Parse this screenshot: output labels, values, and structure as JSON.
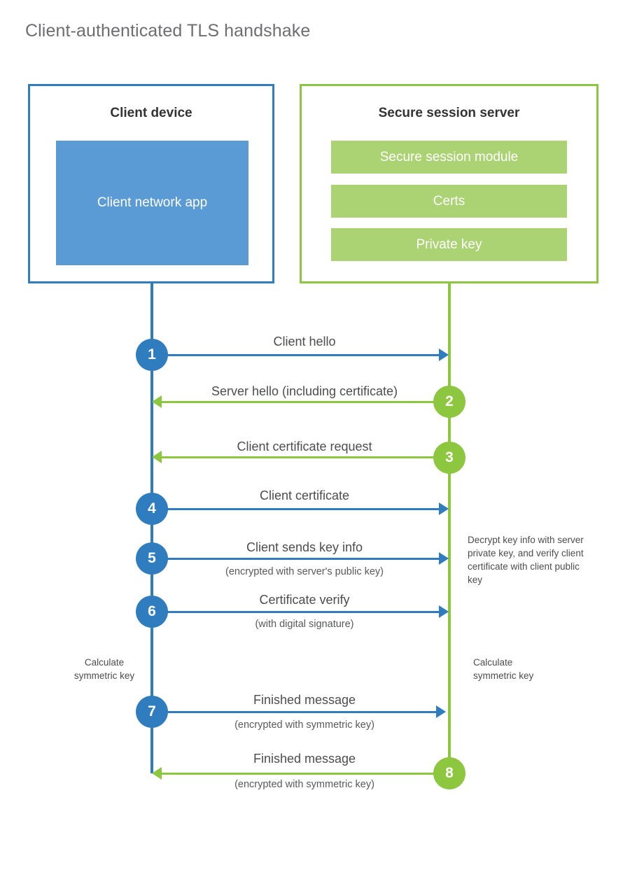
{
  "title": "Client-authenticated TLS handshake",
  "colors": {
    "client": "#2f7dbf",
    "server": "#8dc63f",
    "client_app_fill": "#5b9bd5",
    "server_bar_fill": "#acd373",
    "text": "#4d4d4f"
  },
  "client": {
    "title": "Client device",
    "app_label": "Client network\napp"
  },
  "server": {
    "title": "Secure session server",
    "components": [
      "Secure session module",
      "Certs",
      "Private key"
    ]
  },
  "notes": {
    "decrypt": "Decrypt key info with server private key, and verify client certificate with client public key",
    "calculate_client": "Calculate\nsymmetric key",
    "calculate_server": "Calculate\nsymmetric key"
  },
  "steps": [
    {
      "number": "1",
      "label": "Client hello",
      "sublabel": "",
      "direction": "client-to-server",
      "origin": "client"
    },
    {
      "number": "2",
      "label": "Server hello (including certificate)",
      "sublabel": "",
      "direction": "server-to-client",
      "origin": "server"
    },
    {
      "number": "3",
      "label": "Client certificate request",
      "sublabel": "",
      "direction": "server-to-client",
      "origin": "server"
    },
    {
      "number": "4",
      "label": "Client certificate",
      "sublabel": "",
      "direction": "client-to-server",
      "origin": "client"
    },
    {
      "number": "5",
      "label": "Client sends key info",
      "sublabel": "(encrypted with server's public key)",
      "direction": "client-to-server",
      "origin": "client"
    },
    {
      "number": "6",
      "label": "Certificate verify",
      "sublabel": "(with digital signature)",
      "direction": "client-to-server",
      "origin": "client"
    },
    {
      "number": "7",
      "label": "Finished message",
      "sublabel": "(encrypted with symmetric key)",
      "direction": "client-to-server",
      "origin": "client"
    },
    {
      "number": "8",
      "label": "Finished message",
      "sublabel": "(encrypted with symmetric key)",
      "direction": "server-to-client",
      "origin": "server"
    }
  ],
  "chart_data": {
    "type": "diagram",
    "title": "Client-authenticated TLS handshake",
    "participants": [
      "Client device",
      "Secure session server"
    ],
    "messages": [
      {
        "step": 1,
        "from": "Client device",
        "to": "Secure session server",
        "label": "Client hello"
      },
      {
        "step": 2,
        "from": "Secure session server",
        "to": "Client device",
        "label": "Server hello (including certificate)"
      },
      {
        "step": 3,
        "from": "Secure session server",
        "to": "Client device",
        "label": "Client certificate request"
      },
      {
        "step": 4,
        "from": "Client device",
        "to": "Secure session server",
        "label": "Client certificate"
      },
      {
        "step": 5,
        "from": "Client device",
        "to": "Secure session server",
        "label": "Client sends key info",
        "note": "(encrypted with server's public key)"
      },
      {
        "step": 6,
        "from": "Client device",
        "to": "Secure session server",
        "label": "Certificate verify",
        "note": "(with digital signature)"
      },
      {
        "step": 7,
        "from": "Client device",
        "to": "Secure session server",
        "label": "Finished message",
        "note": "(encrypted with symmetric key)"
      },
      {
        "step": 8,
        "from": "Secure session server",
        "to": "Client device",
        "label": "Finished message",
        "note": "(encrypted with symmetric key)"
      }
    ]
  }
}
